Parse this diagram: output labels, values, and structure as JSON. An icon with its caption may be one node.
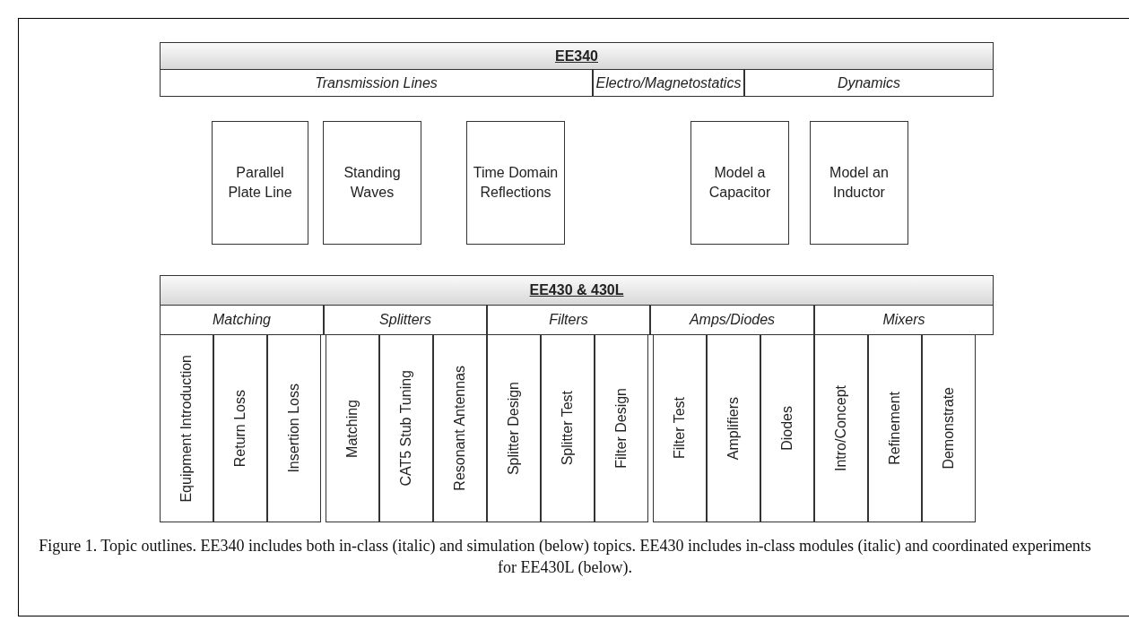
{
  "diagram": {
    "caption": "Figure 1. Topic outlines. EE340 includes both in-class (italic) and simulation (below) topics. EE430 includes in-class modules (italic) and coordinated experiments for EE430L (below).",
    "nodes": [
      {
        "text": [
          "EE340"
        ]
      },
      {
        "text": [
          "Transmission Lines"
        ]
      },
      {
        "text": [
          "Electro/Magnetostatics"
        ]
      },
      {
        "text": [
          "Dynamics"
        ]
      },
      {
        "text": [
          "Parallel Plate Line"
        ]
      },
      {
        "text": [
          "Standing Waves"
        ]
      },
      {
        "text": [
          "Time Domain Reflections"
        ]
      },
      {
        "text": [
          "Model a Capacitor"
        ]
      },
      {
        "text": [
          "Model an Inductor"
        ]
      },
      {
        "text": [
          "EE430 & 430L"
        ]
      },
      {
        "text": [
          "Matching"
        ]
      },
      {
        "text": [
          "Splitters"
        ]
      },
      {
        "text": [
          "Filters"
        ]
      },
      {
        "text": [
          "Amps/Diodes"
        ]
      },
      {
        "text": [
          "Mixers"
        ]
      },
      {
        "text": [
          "Equipment Introduction"
        ]
      },
      {
        "text": [
          "Return Loss"
        ]
      },
      {
        "text": [
          "Insertion Loss"
        ]
      },
      {
        "text": [
          "Matching"
        ]
      },
      {
        "text": [
          "CAT5 Stub Tuning"
        ]
      },
      {
        "text": [
          "Resonant Antennas"
        ]
      },
      {
        "text": [
          "Splitter Design"
        ]
      },
      {
        "text": [
          "Splitter Test"
        ]
      },
      {
        "text": [
          "Filter Design"
        ]
      },
      {
        "text": [
          "Filter Test"
        ]
      },
      {
        "text": [
          "Amplifiers"
        ]
      },
      {
        "text": [
          "Diodes"
        ]
      },
      {
        "text": [
          "Intro/Concept"
        ]
      },
      {
        "text": [
          "Refinement"
        ]
      },
      {
        "text": [
          "Demonstrate"
        ]
      }
    ]
  }
}
